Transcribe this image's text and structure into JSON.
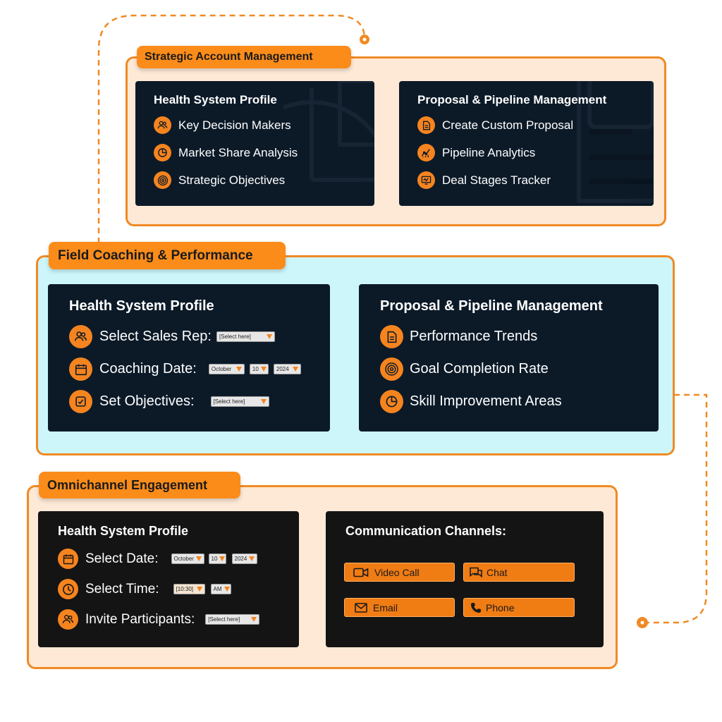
{
  "colors": {
    "accent": "#f5841f",
    "card_bg": "#0c1a28",
    "peach_bg": "#fde9d6",
    "cyan_bg": "#cdf6fb"
  },
  "strategic": {
    "label": "Strategic Account Management",
    "left": {
      "title": "Health System Profile",
      "items": [
        {
          "label": "Key Decision Makers",
          "icon": "users-icon"
        },
        {
          "label": "Market Share Analysis",
          "icon": "pie-chart-icon"
        },
        {
          "label": "Strategic Objectives",
          "icon": "target-icon"
        }
      ]
    },
    "right": {
      "title": "Proposal & Pipeline Management",
      "items": [
        {
          "label": "Create Custom Proposal",
          "icon": "document-icon"
        },
        {
          "label": "Pipeline Analytics",
          "icon": "analytics-icon"
        },
        {
          "label": "Deal Stages Tracker",
          "icon": "tracker-icon"
        }
      ]
    }
  },
  "coaching": {
    "label": "Field Coaching & Performance",
    "left": {
      "title": "Health System Profile",
      "rep_label": "Select Sales Rep:",
      "rep_select": "[Select here]",
      "date_label": "Coaching Date:",
      "date_month": "October",
      "date_day": "10",
      "date_year": "2024",
      "objectives_label": "Set Objectives:",
      "objectives_select": "[Select here]"
    },
    "right": {
      "title": "Proposal & Pipeline Management",
      "items": [
        {
          "label": "Performance Trends",
          "icon": "document-icon"
        },
        {
          "label": "Goal Completion Rate",
          "icon": "target-icon"
        },
        {
          "label": "Skill Improvement Areas",
          "icon": "pie-chart-icon"
        }
      ]
    }
  },
  "omni": {
    "label": "Omnichannel Engagement",
    "left": {
      "title": "Health System Profile",
      "date_label": "Select Date:",
      "date_month": "October",
      "date_day": "10",
      "date_year": "2024",
      "time_label": "Select Time:",
      "time_value": "[10:30]",
      "time_ampm": "AM",
      "invite_label": "Invite Participants:",
      "invite_select": "[Select here]"
    },
    "right": {
      "title": "Communication Channels:",
      "channels": {
        "video": "Video Call",
        "chat": "Chat",
        "email": "Email",
        "phone": "Phone"
      }
    }
  }
}
